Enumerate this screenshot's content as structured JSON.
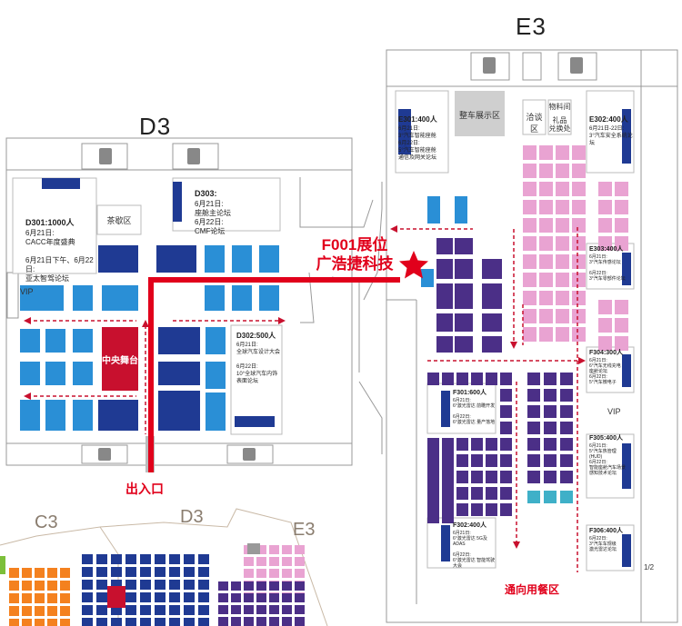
{
  "halls": {
    "d3": "D3",
    "e3": "E3",
    "c3_small": "C3",
    "d3_small": "D3",
    "e3_small": "E3"
  },
  "promo": {
    "line1": "F001展位",
    "line2": "广浩捷科技"
  },
  "entrance_label": "出入口",
  "canteen_label": "通向用餐区",
  "page_marker": "1/2",
  "areas": {
    "tea_zone": "茶歇区",
    "vehicle_zone": "整车展示区",
    "negotiation_zone": "洽谈区",
    "gift_zone": "礼品\n兑换处",
    "material_zone": "物料间",
    "central_stage": "中央舞台",
    "vip_left": "VIP",
    "vip_right": "VIP"
  },
  "rooms": [
    {
      "id": "d301",
      "title": "D301:1000人",
      "lines": [
        "6月21日:",
        "CACC年度盛典",
        "",
        "6月21日下午、6月22日:",
        "亚太智驾论坛"
      ]
    },
    {
      "id": "d303",
      "title": "D303:",
      "lines": [
        "6月21日:",
        "座舱主论坛",
        "6月22日:",
        "CMF论坛"
      ]
    },
    {
      "id": "d302",
      "title": "D302:500人",
      "lines": [
        "6月21日:",
        "全球汽车设计大会",
        "",
        "6月22日:",
        "10°全球汽车内饰",
        "表面论坛"
      ]
    },
    {
      "id": "e301",
      "title": "E301:400人",
      "lines": [
        "6月21日:",
        "3°汽车智能座舱",
        "6月22日:",
        "5°汽车智能座舱",
        "通信及网关论坛"
      ]
    },
    {
      "id": "e302",
      "title": "E302:400人",
      "lines": [
        "6月21日-22日:",
        "3°汽车安全系统论坛"
      ]
    },
    {
      "id": "e303",
      "title": "E303:400人",
      "lines": [
        "6月21日:",
        "3°汽车传感论坛",
        "",
        "6月22日:",
        "3°汽车零部件论坛"
      ]
    },
    {
      "id": "f304",
      "title": "F304:300人",
      "lines": [
        "6月21日:",
        "6°汽车无线充电",
        "座舱论坛",
        "6月22日:",
        "5°汽车微电子"
      ]
    },
    {
      "id": "f305",
      "title": "F305:400人",
      "lines": [
        "6月21日:",
        "5°汽车热管理",
        "(HUD)",
        "6月22日:",
        "智能座舱汽车场景",
        "感知技术论坛"
      ]
    },
    {
      "id": "f306",
      "title": "F306:400人",
      "lines": [
        "6月22日:",
        "3°汽车车规级",
        "激光雷达论坛"
      ]
    },
    {
      "id": "f301",
      "title": "F301:600人",
      "lines": [
        "6月21日:",
        "6°激光雷达 前瞻开发",
        "",
        "6月22日:",
        "6°激光雷达 量产落地"
      ]
    },
    {
      "id": "f302",
      "title": "F302:400人",
      "lines": [
        "6月21日:",
        "6°激光雷达 5G及ADAS",
        "",
        "6月22日:",
        "6°激光雷达 智能驾驶",
        "大会"
      ]
    }
  ],
  "colors": {
    "red": "#e1001b",
    "navy": "#1f3a93",
    "sky": "#2a8fd6",
    "purple": "#4b2f87",
    "pink": "#e9a3d2",
    "teal": "#3fb0c8",
    "gray_wall": "#9a9a9a"
  },
  "icons": [
    "toilet-icon",
    "star-icon",
    "arrow-icon"
  ]
}
